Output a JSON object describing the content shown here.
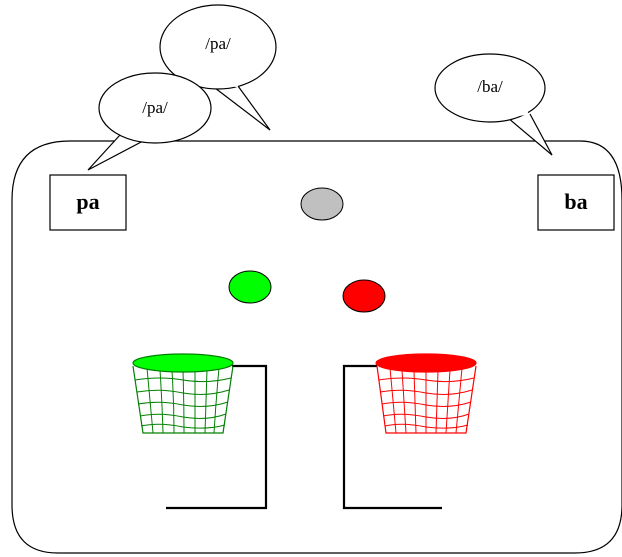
{
  "bubbles": [
    {
      "text": "/pa/"
    },
    {
      "text": "/pa/"
    },
    {
      "text": "/ba/"
    }
  ],
  "labels": {
    "left": "pa",
    "right": "ba"
  },
  "colors": {
    "outline": "#000000",
    "neutral_ball": "#c0c0c0",
    "green": "#00ff00",
    "red": "#ff0000",
    "green_net": "#008000",
    "red_net": "#ff0000"
  },
  "objects": {
    "neutral_ball": "grey-ball",
    "green_ball": "green-ball",
    "red_ball": "red-ball",
    "green_basket": "green-basket",
    "red_basket": "red-basket"
  }
}
